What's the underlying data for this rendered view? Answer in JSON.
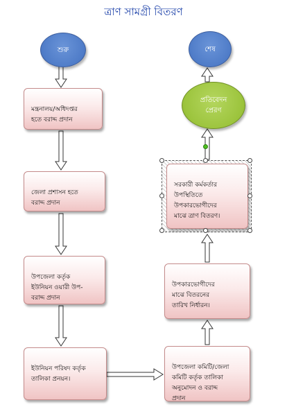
{
  "title": "ত্রাণ সামগ্রী বিতরণ",
  "nodes": {
    "start": "শুরু",
    "end": "শেষ",
    "ministry": "মন্ত্রনালয়/অধিদপ্তর\nহতে বরাদ্দ প্রদান",
    "district": "জেলা প্রশাসন হতে\nবরাদ্দ প্রদান",
    "upazila": "উপজেলা কর্তৃক\nইউনিয়ন ওয়ারী উপ-\nবরাদ্দ প্রদান",
    "union": "ইউনিয়ন পরিষদ কর্তৃক\nতালিকা প্রনয়ন।",
    "committee": "উপজেলা কমিটি/জেলা\nকমিটি কর্তৃক তালিকা\nঅনুমোদন ও বরাদ্দ\nপ্রদান",
    "date_fix": "উপকারভোগীদের\nমাঝে বিতরনের\nতারিখ নির্ধারন।",
    "distribution": "সরকারী কর্মকর্তার\nউপস্থিতিতে\nউপকারভোগীদের\nমাঝে ত্রাণ বিতরণ।",
    "report": "প্রতিবেদন\nপ্রেরণ"
  },
  "colors": {
    "title": "#1a3fa8",
    "start_end_oval": "#4f7cc8",
    "report_oval": "#9cc43d",
    "process_box_fill": "#f0c4c4",
    "process_box_border": "#c48a8a",
    "arrow_stroke": "#333333"
  }
}
